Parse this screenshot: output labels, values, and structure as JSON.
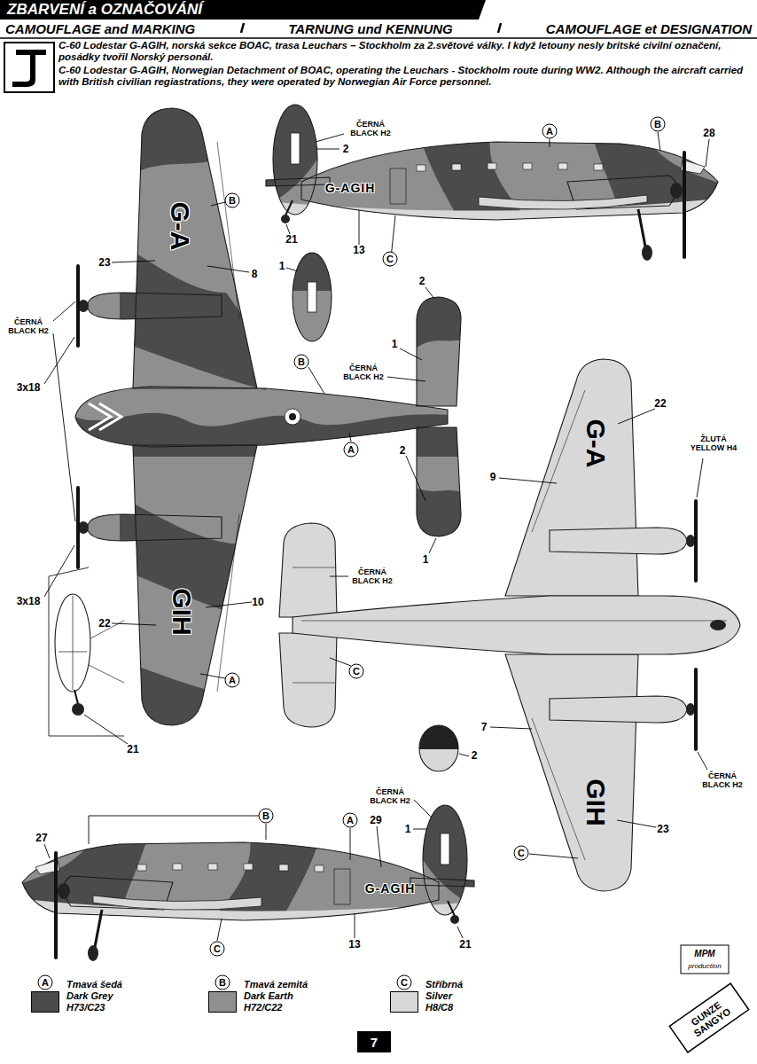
{
  "diagram": {
    "title": "ZBARVENÍ a OZNAČOVÁNÍ",
    "labels": [
      "CAMOUFLAGE and MARKING",
      "TARNUNG und KENNUNG",
      "CAMOUFLAGE et DESIGNATION",
      "C-60 Lodestar G-AGIH, norská sekce BOAC, trasa Leuchars – Stockholm za 2.světové války. I když letouny nesly britské civilní označení, posádky tvořil Norský personál.",
      "C-60 Lodestar G-AGIH, Norwegian Detachment of BOAC, operating the Leuchars - Stockholm route during WW2. Although the aircraft carried with British civilian regiastrations, they were operated by Norwegian Air Force personnel.",
      "ČERNÁ BLACK H2",
      "2",
      "A",
      "B",
      "28",
      "G-AGIH",
      "21",
      "13",
      "C",
      "B",
      "23",
      "G-A",
      "8",
      "1",
      "2",
      "ČERNÁ BLACK H2",
      "1",
      "B",
      "ČERNÁ BLACK H2",
      "3x18",
      "A",
      "2",
      "1",
      "3x18",
      "10",
      "GIH",
      "22",
      "A",
      "22",
      "G-A",
      "ŽLUTÁ YELLOW H4",
      "9",
      "ČERNÁ BLACK H2",
      "C",
      "7",
      "2",
      "ČERNÁ BLACK H2",
      "GIH",
      "23",
      "C",
      "21",
      "ČERNÁ BLACK H2",
      "B",
      "A",
      "29",
      "1",
      "27",
      "G-AGIH",
      "21",
      "13",
      "C",
      "A",
      "B",
      "C",
      "7",
      "MPM",
      "production",
      "GUNZE SANGYO"
    ],
    "legend": [
      {
        "text": "Tmavá šedá Dark Grey H73/C23",
        "color": "#4b4b4b"
      },
      {
        "text": "Tmavá zemitá Dark Earth H72/C22",
        "color": "#8f8f8f"
      },
      {
        "text": "Stříbrná Silver H8/C8",
        "color": "#d8d8d8"
      }
    ]
  }
}
